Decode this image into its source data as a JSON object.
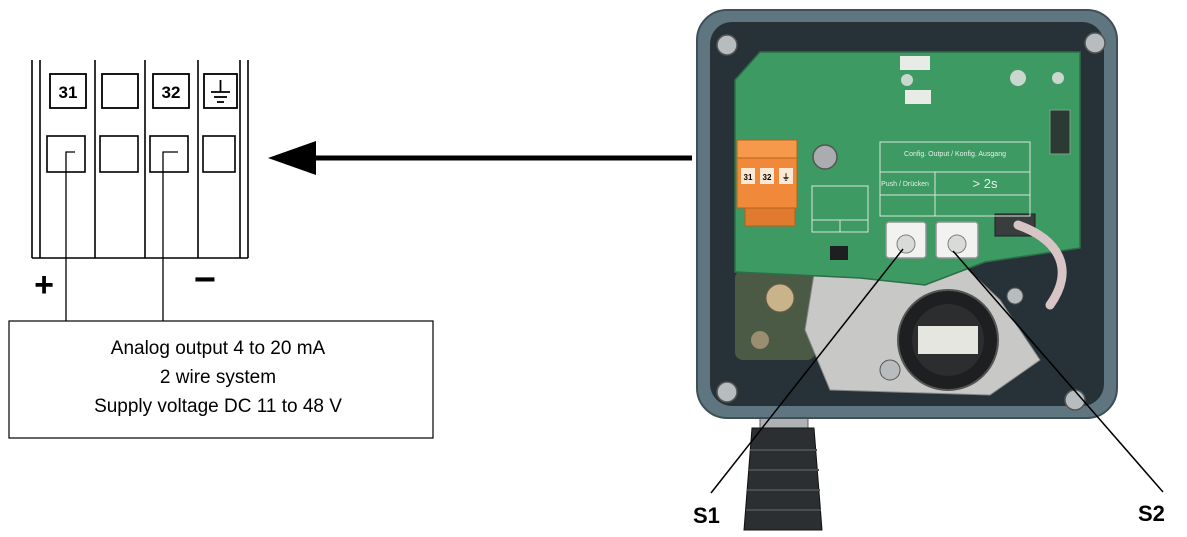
{
  "terminal_block": {
    "terminals": [
      {
        "label": "31"
      },
      {
        "label": ""
      },
      {
        "label": "32"
      },
      {
        "label": "",
        "icon": "ground-icon"
      }
    ],
    "polarity_plus": "+",
    "polarity_minus": "−"
  },
  "output_box": {
    "lines": [
      "Analog output 4 to 20 mA",
      "2 wire system",
      "Supply voltage DC 11 to 48 V"
    ]
  },
  "device": {
    "connector_labels": [
      "31",
      "32",
      "⏚"
    ],
    "config_label": "Config. Output / Konfig. Ausgang",
    "push_label": "Push / Drücken",
    "push_time": "> 2s",
    "button_labels": [
      "S1",
      "S2"
    ]
  },
  "colors": {
    "enclosure": "#5f7580",
    "pcb": "#3d9a63",
    "connector": "#f08a3a",
    "line": "#000000"
  }
}
